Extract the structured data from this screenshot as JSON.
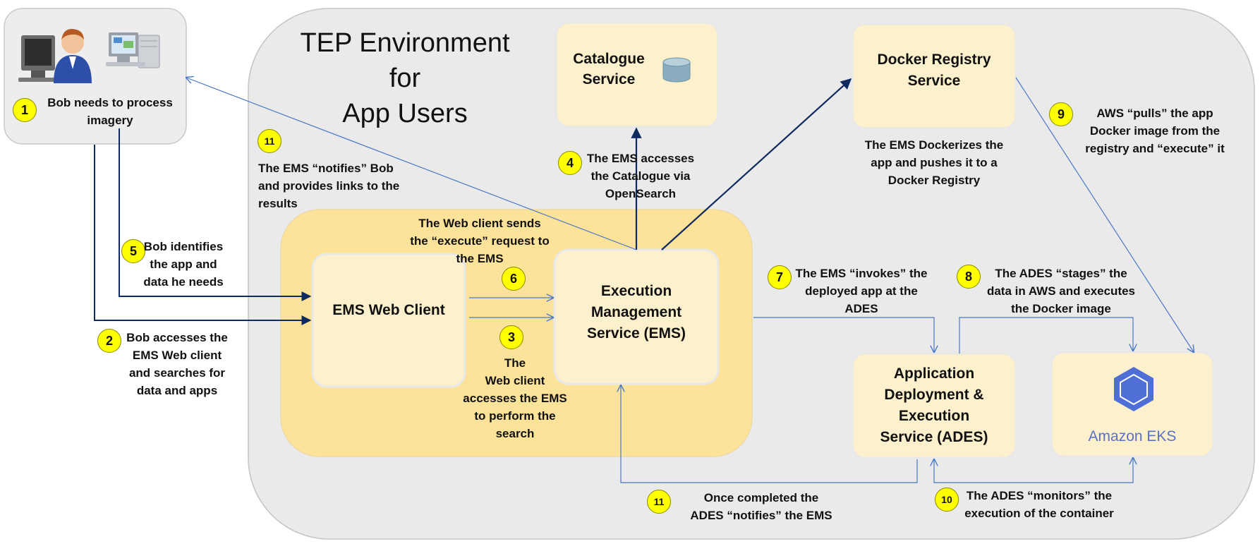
{
  "environment": {
    "title_lines": [
      "TEP Environment",
      "for",
      "App Users"
    ]
  },
  "boxes": {
    "catalogue": [
      "Catalogue",
      "Service"
    ],
    "docker_registry": [
      "Docker Registry",
      "Service"
    ],
    "ems_web_client": "EMS Web Client",
    "ems": [
      "Execution",
      "Management",
      "Service (EMS)"
    ],
    "ades": [
      "Application",
      "Deployment &",
      "Execution",
      "Service (ADES)"
    ],
    "eks": "Amazon EKS"
  },
  "steps": [
    {
      "num": "1",
      "text": [
        "Bob needs to process",
        "imagery"
      ]
    },
    {
      "num": "2",
      "text": [
        "Bob accesses the",
        "EMS Web client",
        "and searches for",
        "data and apps"
      ]
    },
    {
      "num": "3",
      "text": [
        "The",
        "Web client",
        "accesses the EMS",
        "to perform the",
        "search"
      ]
    },
    {
      "num": "4",
      "text": [
        "The EMS accesses",
        "the Catalogue via",
        "OpenSearch"
      ]
    },
    {
      "num": "5",
      "text": [
        "Bob identifies",
        "the app and",
        "data he needs"
      ]
    },
    {
      "num": "6",
      "text": [
        "The Web client sends",
        "the “execute” request to",
        "the EMS"
      ]
    },
    {
      "num": "7",
      "text": [
        "The EMS “invokes” the",
        "deployed app at the",
        "ADES"
      ]
    },
    {
      "num": "8",
      "text": [
        "The ADES “stages” the",
        "data in AWS and executes",
        "the Docker image"
      ]
    },
    {
      "num": "9",
      "text": [
        "AWS “pulls” the app",
        "Docker image from the",
        "registry and “execute” it"
      ]
    },
    {
      "num": "10",
      "text": [
        "The ADES “monitors” the",
        "execution of the container"
      ]
    },
    {
      "num": "11",
      "text": [
        "Once completed the",
        "ADES “notifies” the EMS"
      ]
    },
    {
      "num": "11",
      "text": [
        "The EMS “notifies” Bob",
        "and provides links to the",
        "results"
      ]
    }
  ],
  "dockerize_note": [
    "The EMS Dockerizes the",
    "app and pushes it to a",
    "Docker Registry"
  ],
  "colors": {
    "environment_fill": "#eaeaea",
    "highlight_fill": "#fde29a",
    "box_fill": "#fdf0cc",
    "badge": "#ffff00",
    "arrow_dark": "#0e2a5e",
    "arrow_light": "#4a78c6",
    "eks_logo": "#4f6fd6"
  }
}
